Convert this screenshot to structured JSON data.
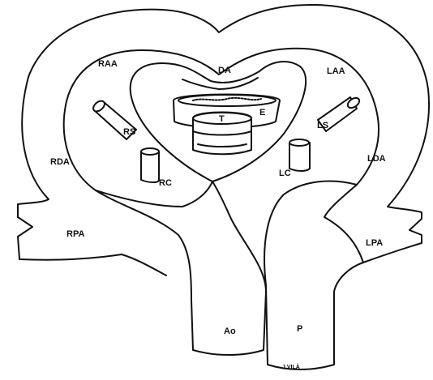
{
  "labels": {
    "da": "DA",
    "raa": "RAA",
    "laa": "LAA",
    "e": "E",
    "t": "T",
    "rs": "RS",
    "ls": "LS",
    "rda": "RDA",
    "lda": "LDA",
    "rc": "RC",
    "lc": "LC",
    "rpa": "RPA",
    "lpa": "LPA",
    "ao": "Ao",
    "p": "P",
    "signature": "J.VILÀ"
  }
}
